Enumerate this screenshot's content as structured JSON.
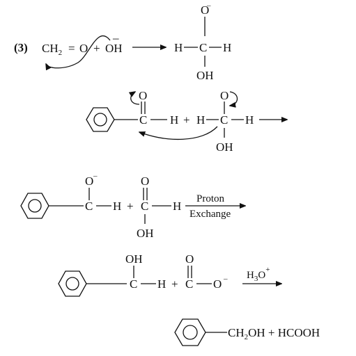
{
  "step_label": "(3)",
  "plus": "+",
  "minus": "–",
  "step1": {
    "ch": "CH",
    "ch_sub": "2",
    "eq": "=",
    "o": "O",
    "oh": "OH",
    "prod_o": "O",
    "prod_h1": "H",
    "prod_c": "C",
    "prod_h2": "H",
    "prod_oh": "OH"
  },
  "step2": {
    "o1": "O",
    "c1": "C",
    "h1": "H",
    "h2": "H",
    "c2": "C",
    "o2": "O",
    "h3": "H",
    "oh": "OH"
  },
  "step3": {
    "o1": "O",
    "c1": "C",
    "h1": "H",
    "o2": "O",
    "c2": "C",
    "h2": "H",
    "oh": "OH",
    "arrow_top": "Proton",
    "arrow_bottom": "Exchange"
  },
  "step4": {
    "oh": "OH",
    "c1": "C",
    "h1": "H",
    "o": "O",
    "c2": "C",
    "o_minus": "O",
    "reagent": "H",
    "reagent_sub": "3",
    "reagent_o": "O",
    "reagent_charge": "+"
  },
  "step5": {
    "product": "CH",
    "product_sub": "2",
    "product_tail": "OH + HCOOH"
  }
}
